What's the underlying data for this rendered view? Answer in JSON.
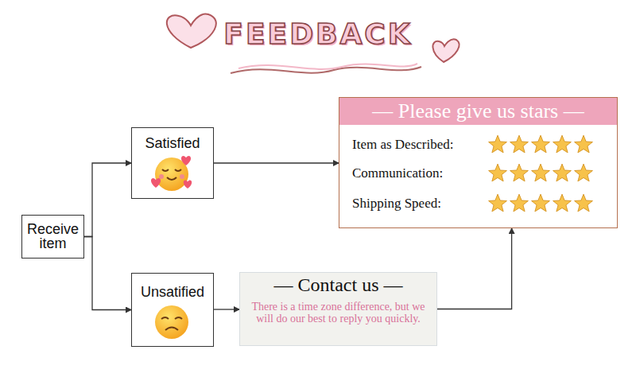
{
  "diagram": {
    "title": "FEEDBACK",
    "nodes": [
      {
        "text": [
          "Receive item"
        ]
      },
      {
        "text": [
          "Satisfied"
        ]
      },
      {
        "text": [
          "Unsatified"
        ]
      },
      {
        "text": [
          "— Please give us stars —",
          "Item as Described:",
          "Communication:",
          "Shipping Speed:"
        ]
      },
      {
        "text": [
          "— Contact us —",
          "There is a time zone difference, but we will do our best to reply you quickly."
        ]
      }
    ],
    "edges": [
      {
        "from": 0,
        "to": 1,
        "arrow": "to"
      },
      {
        "from": 0,
        "to": 2,
        "arrow": "to"
      },
      {
        "from": 1,
        "to": 3,
        "arrow": "to"
      },
      {
        "from": 2,
        "to": 4,
        "arrow": "to"
      },
      {
        "from": 4,
        "to": 3,
        "arrow": "to"
      }
    ]
  }
}
